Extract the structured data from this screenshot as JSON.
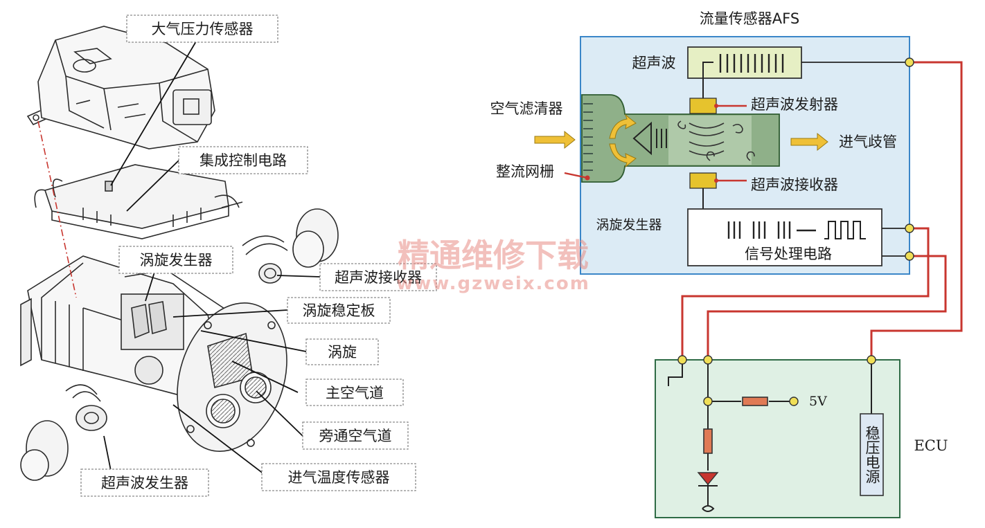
{
  "colors": {
    "afs_panel": "#dcebf5",
    "afs_border": "#3a86c8",
    "ecu_panel": "#dff0e4",
    "ecu_border": "#2e6b45",
    "duct": "#8fb089",
    "wire_red": "#c8362f",
    "node_yellow": "#f0df57",
    "emitter_yellow": "#e6c32d",
    "arrow_yellow": "#efc037"
  },
  "exploded_view": {
    "callouts": [
      "大气压力传感器",
      "集成控制电路",
      "涡旋发生器",
      "超声波接收器",
      "涡旋稳定板",
      "涡旋",
      "主空气道",
      "旁通空气道",
      "超声波发生器",
      "进气温度传感器"
    ]
  },
  "schematic": {
    "title": "流量传感器AFS",
    "ultrasonic_label": "超声波",
    "emitter_label": "超声波发射器",
    "receiver_label": "超声波接收器",
    "air_filter_label": "空气滤清器",
    "rectifier_label": "整流网栅",
    "intake_label": "进气歧管",
    "vortex_gen_label": "涡旋发生器",
    "signal_label": "信号处理电路",
    "supply_label": "5V",
    "regulator_label": "稳压电源",
    "ecu_label": "ECU"
  },
  "watermark": {
    "text": "精通维修下载",
    "url": "www.gzweix.com"
  }
}
